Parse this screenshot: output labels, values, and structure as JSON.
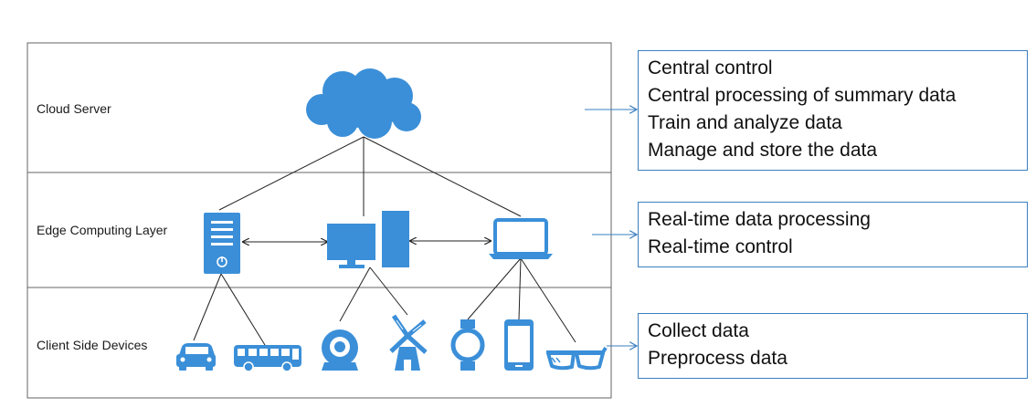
{
  "layers": [
    {
      "id": "cloud",
      "label": "Cloud Server"
    },
    {
      "id": "edge",
      "label": "Edge Computing Layer"
    },
    {
      "id": "client",
      "label": "Client Side Devices"
    }
  ],
  "descriptions": {
    "cloud": [
      "Central control",
      "Central processing of summary data",
      "Train and analyze data",
      "Manage and store the data"
    ],
    "edge": [
      "Real-time data processing",
      "Real-time control"
    ],
    "client": [
      "Collect data",
      "Preprocess data"
    ]
  },
  "icons": {
    "cloud": "cloud-icon",
    "edge": [
      "server-tower-icon",
      "desktop-computer-icon",
      "laptop-icon"
    ],
    "client": [
      "car-icon",
      "bus-icon",
      "webcam-icon",
      "windmill-icon",
      "smartwatch-icon",
      "smartphone-icon",
      "smart-glasses-icon"
    ]
  },
  "colors": {
    "icon": "#3b8fd8",
    "frame": "#555555",
    "connector": "#222222",
    "box_border": "#3a7fc1",
    "arrow": "#3a7fc1"
  }
}
